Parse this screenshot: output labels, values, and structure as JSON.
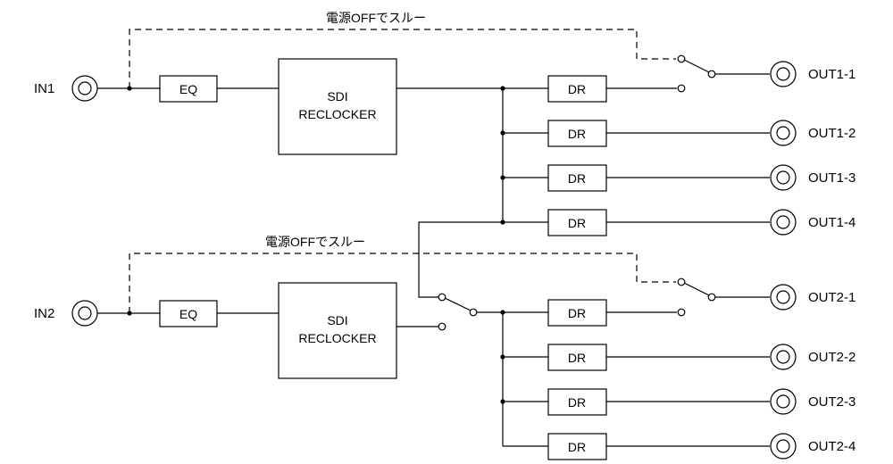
{
  "ch1": {
    "input": "IN1",
    "eq": "EQ",
    "reclocker_line1": "SDI",
    "reclocker_line2": "RECLOCKER",
    "note": "電源OFFでスルー",
    "drivers": [
      "DR",
      "DR",
      "DR",
      "DR"
    ],
    "outputs": [
      "OUT1-1",
      "OUT1-2",
      "OUT1-3",
      "OUT1-4"
    ]
  },
  "ch2": {
    "input": "IN2",
    "eq": "EQ",
    "reclocker_line1": "SDI",
    "reclocker_line2": "RECLOCKER",
    "note": "電源OFFでスルー",
    "drivers": [
      "DR",
      "DR",
      "DR",
      "DR"
    ],
    "outputs": [
      "OUT2-1",
      "OUT2-2",
      "OUT2-3",
      "OUT2-4"
    ]
  }
}
